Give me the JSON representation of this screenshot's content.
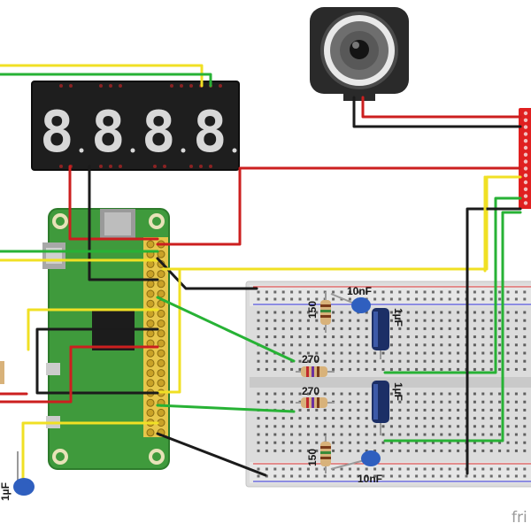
{
  "display": {
    "digits": [
      "8",
      "8",
      "8",
      "8"
    ]
  },
  "components": {
    "r_150_top": "150",
    "c_10nf_top": "10nF",
    "c_1uf_top": "1µF",
    "r_270_a": "270",
    "r_270_b": "270",
    "c_1uf_mid": "1µF",
    "r_150_bot": "150",
    "c_10nf_bot": "10nF",
    "c_1uf_left": "1µF"
  },
  "watermark": "fri",
  "colors": {
    "wire_red": "#cc1f1f",
    "wire_black": "#1b1b1b",
    "wire_yellow": "#f0e024",
    "wire_green": "#27b235",
    "pcb_green": "#3f9a3c",
    "header_red": "#e02020"
  }
}
